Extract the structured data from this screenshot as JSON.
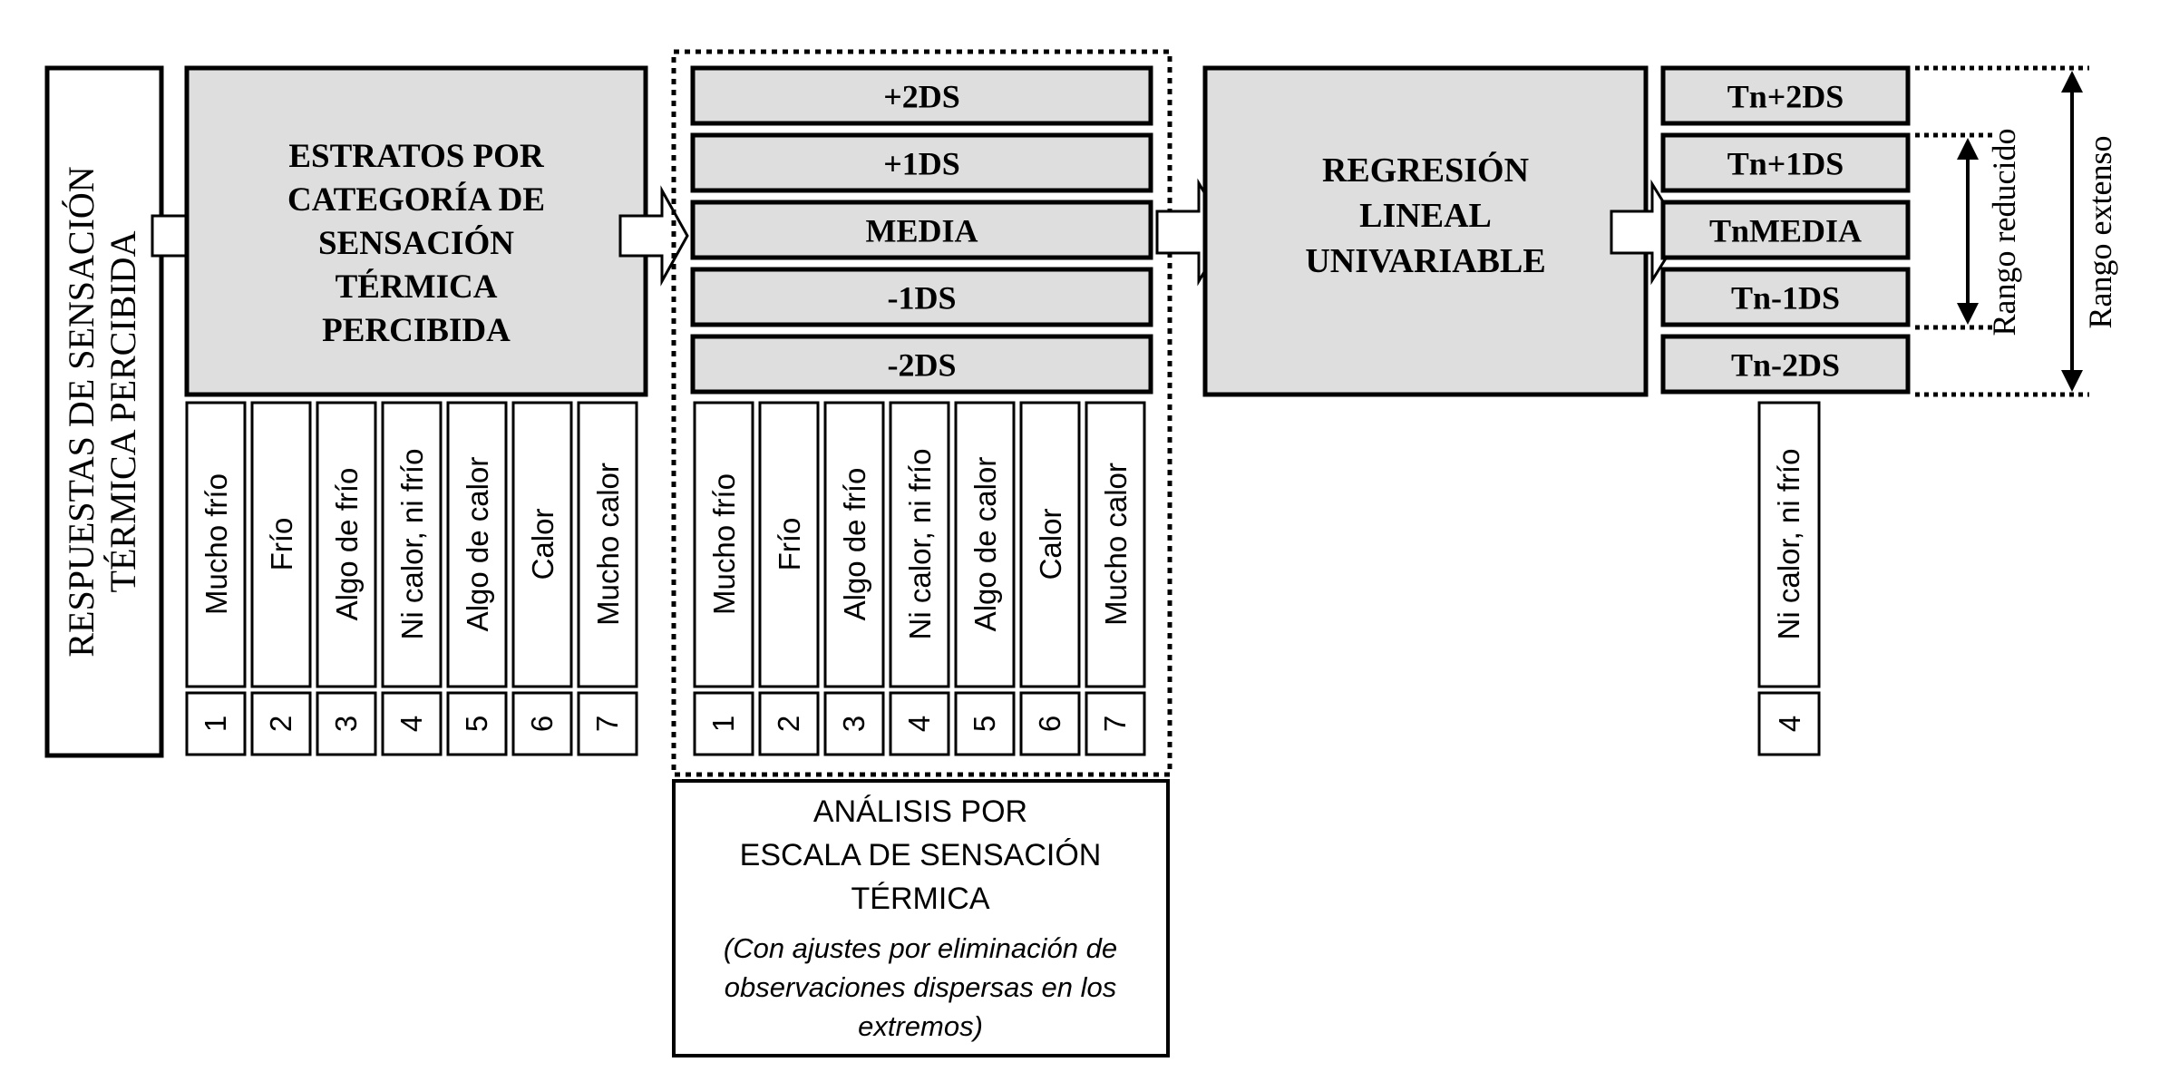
{
  "diagram": {
    "input_label": {
      "line1": "RESPUESTAS DE SENSACIÓN",
      "line2": "TÉRMICA PERCIBIDA"
    },
    "strata_box": {
      "lines": [
        "ESTRATOS POR",
        "CATEGORÍA DE",
        "SENSACIÓN",
        "TÉRMICA",
        "PERCIBIDA"
      ]
    },
    "categories": [
      {
        "label": "Mucho frío",
        "number": "1"
      },
      {
        "label": "Frío",
        "number": "2"
      },
      {
        "label": "Algo de frío",
        "number": "3"
      },
      {
        "label": "Ni calor, ni frío",
        "number": "4"
      },
      {
        "label": "Algo de calor",
        "number": "5"
      },
      {
        "label": "Calor",
        "number": "6"
      },
      {
        "label": "Mucho calor",
        "number": "7"
      }
    ],
    "stats": [
      "+2DS",
      "+1DS",
      "MEDIA",
      "-1DS",
      "-2DS"
    ],
    "analysis_box": {
      "lines": [
        "ANÁLISIS POR",
        "ESCALA DE SENSACIÓN",
        "TÉRMICA"
      ],
      "note_lines": [
        "(Con ajustes por eliminación de",
        "observaciones dispersas en los",
        "extremos)"
      ]
    },
    "regression_box": {
      "lines": [
        "REGRESIÓN",
        "LINEAL",
        "UNIVARIABLE"
      ]
    },
    "tn_stats": [
      "Tn+2DS",
      "Tn+1DS",
      "TnMEDIA",
      "Tn-1DS",
      "Tn-2DS"
    ],
    "neutral_category": {
      "label": "Ni calor, ni frío",
      "number": "4"
    },
    "ranges": {
      "reduced": "Rango reducido",
      "extended": "Rango extenso"
    },
    "colors": {
      "box_fill": "#dedede",
      "stroke": "#000000",
      "background": "#ffffff"
    }
  }
}
